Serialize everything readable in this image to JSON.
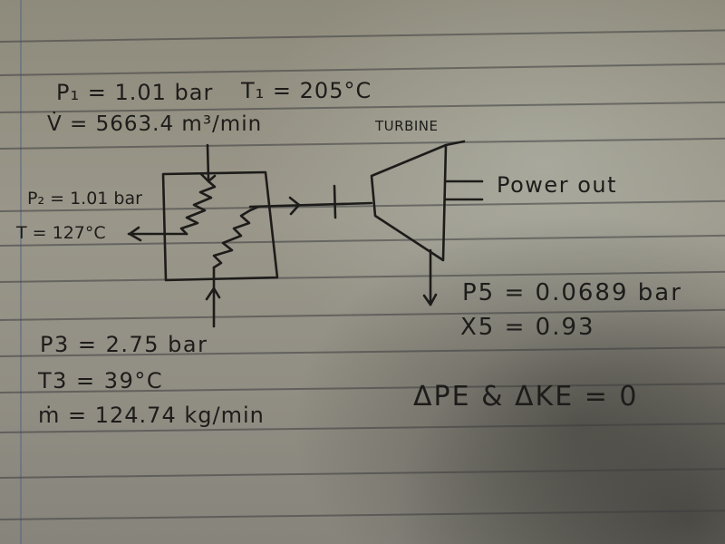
{
  "page": {
    "type": "handwritten notebook sketch",
    "ink_color": "#1d1c1a",
    "paper_color": "#9a978a",
    "rule_color": "#3c3c3e"
  },
  "inlet_1": {
    "pressure": "P₁ = 1.01 bar",
    "temperature": "T₁ = 205°C",
    "volume_flow": "V̇ = 5663.4 m³/min"
  },
  "outlet_2": {
    "pressure": "P₂ = 1.01 bar",
    "temperature": "T = 127°C"
  },
  "inlet_3": {
    "pressure": "P3 = 2.75 bar",
    "temperature": "T3 = 39°C",
    "mass_flow": "ṁ = 124.74 kg/min"
  },
  "turbine": {
    "label": "TURBINE",
    "power_label": "Power out"
  },
  "outlet_5": {
    "pressure": "P5 = 0.0689 bar",
    "quality": "X5 = 0.93"
  },
  "assumption": "ΔPE & ΔKE = 0"
}
